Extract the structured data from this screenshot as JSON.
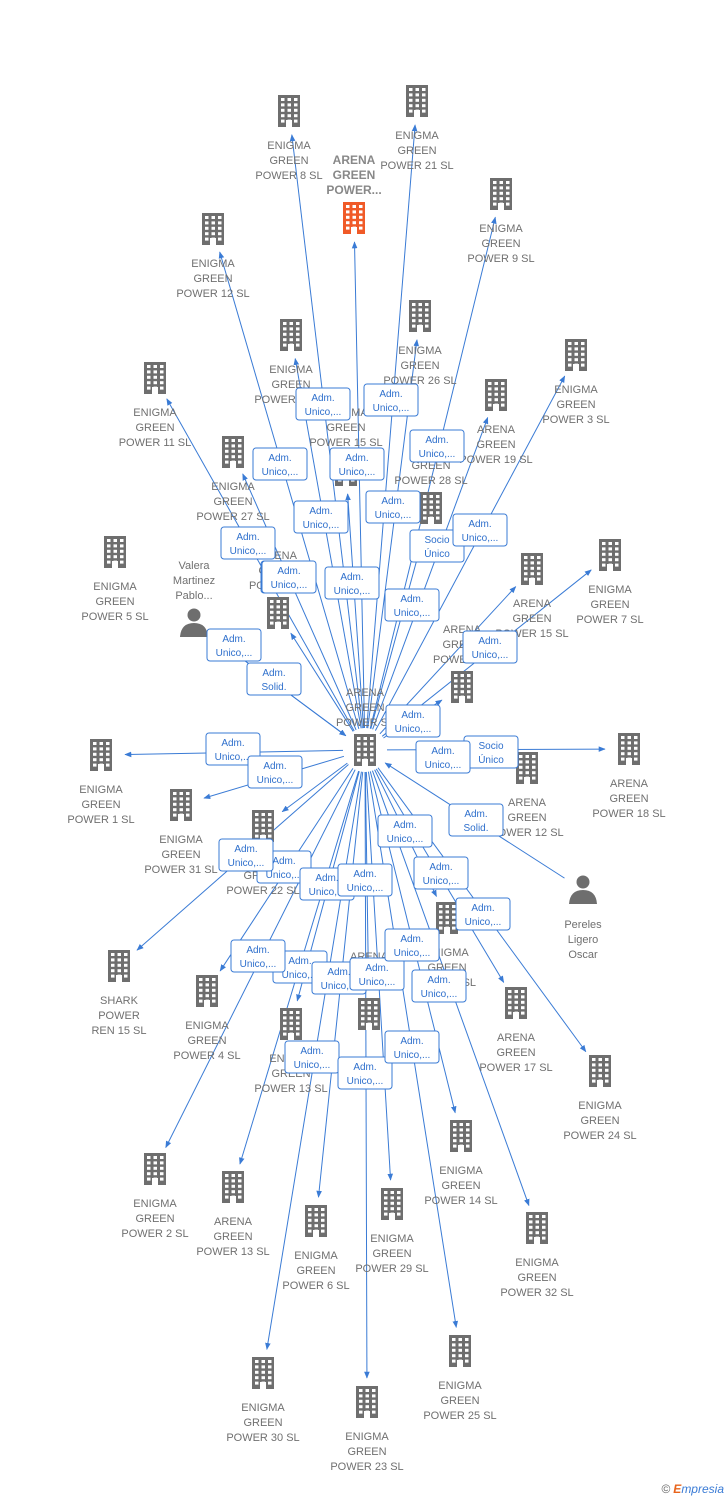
{
  "colors": {
    "edge": "#3a7bd5",
    "company": "#6e6e6e",
    "focal": "#f05a28",
    "person": "#6e6e6e"
  },
  "icons": {
    "company": "building-icon",
    "person": "person-icon"
  },
  "nodes": [
    {
      "id": "hub",
      "kind": "company",
      "lines": [
        "ARENA",
        "GREEN",
        "POWER  SL"
      ]
    },
    {
      "id": "focal",
      "kind": "company",
      "focal": true,
      "lines": [
        "ARENA",
        "GREEN",
        "POWER..."
      ]
    },
    {
      "id": "eg8",
      "kind": "company",
      "lines": [
        "ENIGMA",
        "GREEN",
        "POWER 8  SL"
      ]
    },
    {
      "id": "eg21",
      "kind": "company",
      "lines": [
        "ENIGMA",
        "GREEN",
        "POWER 21  SL"
      ]
    },
    {
      "id": "eg9",
      "kind": "company",
      "lines": [
        "ENIGMA",
        "GREEN",
        "POWER 9  SL"
      ]
    },
    {
      "id": "eg12",
      "kind": "company",
      "lines": [
        "ENIGMA",
        "GREEN",
        "POWER 12  SL"
      ]
    },
    {
      "id": "eg26",
      "kind": "company",
      "lines": [
        "ENIGMA",
        "GREEN",
        "POWER 26  SL"
      ]
    },
    {
      "id": "eg33",
      "kind": "company",
      "lines": [
        "ENIGMA",
        "GREEN",
        "POWER 33  SL"
      ]
    },
    {
      "id": "eg3",
      "kind": "company",
      "lines": [
        "ENIGMA",
        "GREEN",
        "POWER 3  SL"
      ]
    },
    {
      "id": "eg11",
      "kind": "company",
      "lines": [
        "ENIGMA",
        "GREEN",
        "POWER 11  SL"
      ]
    },
    {
      "id": "ag19",
      "kind": "company",
      "lines": [
        "ARENA",
        "GREEN",
        "POWER 19  SL"
      ]
    },
    {
      "id": "eg27",
      "kind": "company",
      "lines": [
        "ENIGMA",
        "GREEN",
        "POWER 27  SL"
      ]
    },
    {
      "id": "eg15",
      "kind": "company",
      "lines": [
        "ENIGMA",
        "GREEN",
        "POWER 15  SL"
      ]
    },
    {
      "id": "eg28",
      "kind": "company",
      "lines": [
        "ENIGMA",
        "GREEN",
        "POWER 28  SL"
      ]
    },
    {
      "id": "eg5",
      "kind": "company",
      "lines": [
        "ENIGMA",
        "GREEN",
        "POWER 5  SL"
      ]
    },
    {
      "id": "ag15",
      "kind": "company",
      "lines": [
        "ARENA",
        "GREEN",
        "POWER 15  SL"
      ]
    },
    {
      "id": "eg7",
      "kind": "company",
      "lines": [
        "ENIGMA",
        "GREEN",
        "POWER 7  SL"
      ]
    },
    {
      "id": "valera",
      "kind": "person",
      "lines": [
        "Valera",
        "Martinez",
        "Pablo..."
      ]
    },
    {
      "id": "ag20",
      "kind": "company",
      "lines": [
        "ARENA",
        "GREEN",
        "POWER  SL"
      ]
    },
    {
      "id": "ag_r",
      "kind": "company",
      "lines": [
        "ARENA",
        "GREEN",
        "POWER  SL"
      ]
    },
    {
      "id": "ag18",
      "kind": "company",
      "lines": [
        "ARENA",
        "GREEN",
        "POWER 18  SL"
      ]
    },
    {
      "id": "eg1",
      "kind": "company",
      "lines": [
        "ENIGMA",
        "GREEN",
        "POWER 1  SL"
      ]
    },
    {
      "id": "ag12",
      "kind": "company",
      "lines": [
        "ARENA",
        "GREEN",
        "POWER 12  SL"
      ]
    },
    {
      "id": "eg31",
      "kind": "company",
      "lines": [
        "ENIGMA",
        "GREEN",
        "POWER 31  SL"
      ]
    },
    {
      "id": "eg22",
      "kind": "company",
      "lines": [
        "ENIGMA",
        "GREEN",
        "POWER 22  SL"
      ]
    },
    {
      "id": "pereles",
      "kind": "person",
      "lines": [
        "Pereles",
        "Ligero",
        "Oscar"
      ]
    },
    {
      "id": "egm",
      "kind": "company",
      "lines": [
        "ENIGMA",
        "GREEN",
        "POWER  SL"
      ]
    },
    {
      "id": "shark",
      "kind": "company",
      "lines": [
        "SHARK",
        "POWER",
        "REN 15  SL"
      ]
    },
    {
      "id": "eg4",
      "kind": "company",
      "lines": [
        "ENIGMA",
        "GREEN",
        "POWER 4  SL"
      ]
    },
    {
      "id": "eg13",
      "kind": "company",
      "lines": [
        "ENIGMA",
        "GREEN",
        "POWER 13  SL"
      ]
    },
    {
      "id": "agm",
      "kind": "company",
      "lines": [
        "ARENA",
        "GREEN",
        "POWER  SL"
      ]
    },
    {
      "id": "ag17",
      "kind": "company",
      "lines": [
        "ARENA",
        "GREEN",
        "POWER 17  SL"
      ]
    },
    {
      "id": "eg24",
      "kind": "company",
      "lines": [
        "ENIGMA",
        "GREEN",
        "POWER 24  SL"
      ]
    },
    {
      "id": "eg14",
      "kind": "company",
      "lines": [
        "ENIGMA",
        "GREEN",
        "POWER 14  SL"
      ]
    },
    {
      "id": "eg2",
      "kind": "company",
      "lines": [
        "ENIGMA",
        "GREEN",
        "POWER 2  SL"
      ]
    },
    {
      "id": "ag13",
      "kind": "company",
      "lines": [
        "ARENA",
        "GREEN",
        "POWER 13  SL"
      ]
    },
    {
      "id": "eg6",
      "kind": "company",
      "lines": [
        "ENIGMA",
        "GREEN",
        "POWER 6  SL"
      ]
    },
    {
      "id": "eg29",
      "kind": "company",
      "lines": [
        "ENIGMA",
        "GREEN",
        "POWER 29  SL"
      ]
    },
    {
      "id": "eg32",
      "kind": "company",
      "lines": [
        "ENIGMA",
        "GREEN",
        "POWER 32  SL"
      ]
    },
    {
      "id": "eg30",
      "kind": "company",
      "lines": [
        "ENIGMA",
        "GREEN",
        "POWER 30  SL"
      ]
    },
    {
      "id": "eg23",
      "kind": "company",
      "lines": [
        "ENIGMA",
        "GREEN",
        "POWER 23  SL"
      ]
    },
    {
      "id": "eg25",
      "kind": "company",
      "lines": [
        "ENIGMA",
        "GREEN",
        "POWER 25  SL"
      ]
    }
  ],
  "edges": [
    {
      "from": "hub",
      "to": "focal",
      "label": ""
    },
    {
      "from": "hub",
      "to": "eg8",
      "label": "Adm. Unico,..."
    },
    {
      "from": "hub",
      "to": "eg21",
      "label": "Adm. Unico,..."
    },
    {
      "from": "hub",
      "to": "eg9",
      "label": "Adm. Unico,..."
    },
    {
      "from": "hub",
      "to": "eg12",
      "label": "Adm. Unico,..."
    },
    {
      "from": "hub",
      "to": "eg26",
      "label": "Adm. Unico,..."
    },
    {
      "from": "hub",
      "to": "eg33",
      "label": "Adm. Unico,..."
    },
    {
      "from": "hub",
      "to": "eg3",
      "label": "Adm. Unico,..."
    },
    {
      "from": "hub",
      "to": "eg11",
      "label": "Adm. Unico,..."
    },
    {
      "from": "hub",
      "to": "ag19",
      "label": "Socio Único"
    },
    {
      "from": "hub",
      "to": "eg27",
      "label": "Adm. Unico,..."
    },
    {
      "from": "hub",
      "to": "eg15",
      "label": "Adm. Unico,..."
    },
    {
      "from": "hub",
      "to": "eg28",
      "label": "Adm. Unico,..."
    },
    {
      "from": "hub",
      "to": "ag15",
      "label": "Adm. Unico,..."
    },
    {
      "from": "hub",
      "to": "eg7",
      "label": "Adm. Unico,..."
    },
    {
      "from": "hub",
      "to": "ag20",
      "label": "Adm. Unico,..."
    },
    {
      "from": "valera",
      "to": "hub",
      "label": "Adm. Unico,..."
    },
    {
      "from": "valera",
      "to": "hub",
      "label": "Adm. Solid."
    },
    {
      "from": "hub",
      "to": "ag_r",
      "label": "Adm. Unico,..."
    },
    {
      "from": "hub",
      "to": "ag18",
      "label": "Socio Único"
    },
    {
      "from": "hub",
      "to": "eg1",
      "label": "Adm. Unico,..."
    },
    {
      "from": "hub",
      "to": "eg31",
      "label": "Adm. Unico,..."
    },
    {
      "from": "hub",
      "to": "eg22",
      "label": "Adm. Unico,..."
    },
    {
      "from": "pereles",
      "to": "hub",
      "label": "Adm. Solid."
    },
    {
      "from": "hub",
      "to": "shark",
      "label": "Adm. Unico,..."
    },
    {
      "from": "hub",
      "to": "eg4",
      "label": "Adm. Unico,..."
    },
    {
      "from": "hub",
      "to": "ag17",
      "label": "Adm. Unico,..."
    },
    {
      "from": "hub",
      "to": "eg24",
      "label": "Adm. Unico,..."
    },
    {
      "from": "hub",
      "to": "eg14",
      "label": "Adm. Unico,..."
    },
    {
      "from": "hub",
      "to": "eg2",
      "label": "Adm. Unico,..."
    },
    {
      "from": "hub",
      "to": "ag13",
      "label": "Adm. Unico,..."
    },
    {
      "from": "hub",
      "to": "eg6",
      "label": "Adm. Unico,..."
    },
    {
      "from": "hub",
      "to": "eg29",
      "label": "Adm. Unico,..."
    },
    {
      "from": "hub",
      "to": "eg32",
      "label": "Adm. Unico,..."
    },
    {
      "from": "hub",
      "to": "eg30",
      "label": "Adm. Unico,..."
    },
    {
      "from": "hub",
      "to": "eg23",
      "label": "Adm. Unico,..."
    },
    {
      "from": "hub",
      "to": "eg25",
      "label": "Adm. Unico,..."
    },
    {
      "from": "hub",
      "to": "egm",
      "label": "Adm. Unico,..."
    },
    {
      "from": "hub",
      "to": "eg13",
      "label": "Adm. Unico,..."
    },
    {
      "from": "hub",
      "to": "agm",
      "label": "Adm. Unico,..."
    }
  ],
  "footer": {
    "copyright": "©",
    "brand_initial": "E",
    "brand_rest": "mpresia"
  }
}
